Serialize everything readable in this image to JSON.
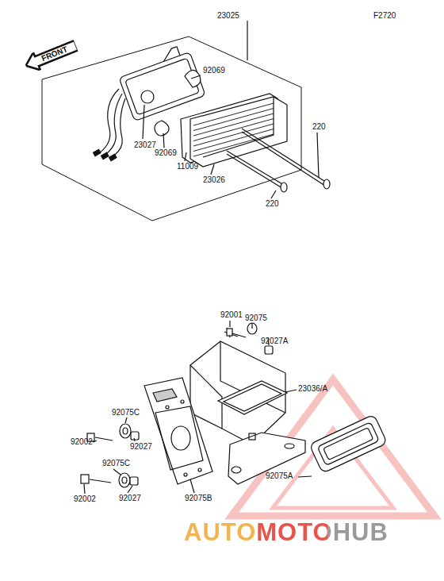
{
  "diagram": {
    "nodes": [
      {
        "text": [
          "FRONT"
        ]
      }
    ],
    "labels": [
      "23025",
      "F2720",
      "92069",
      "23027",
      "92069",
      "11009",
      "23026",
      "220",
      "220",
      "92001",
      "92075",
      "92027A",
      "23036/A",
      "92075C",
      "92002",
      "92027",
      "92075C",
      "92002",
      "92027",
      "92075B",
      "92075A",
      "AUTOMOTOHUB"
    ]
  }
}
